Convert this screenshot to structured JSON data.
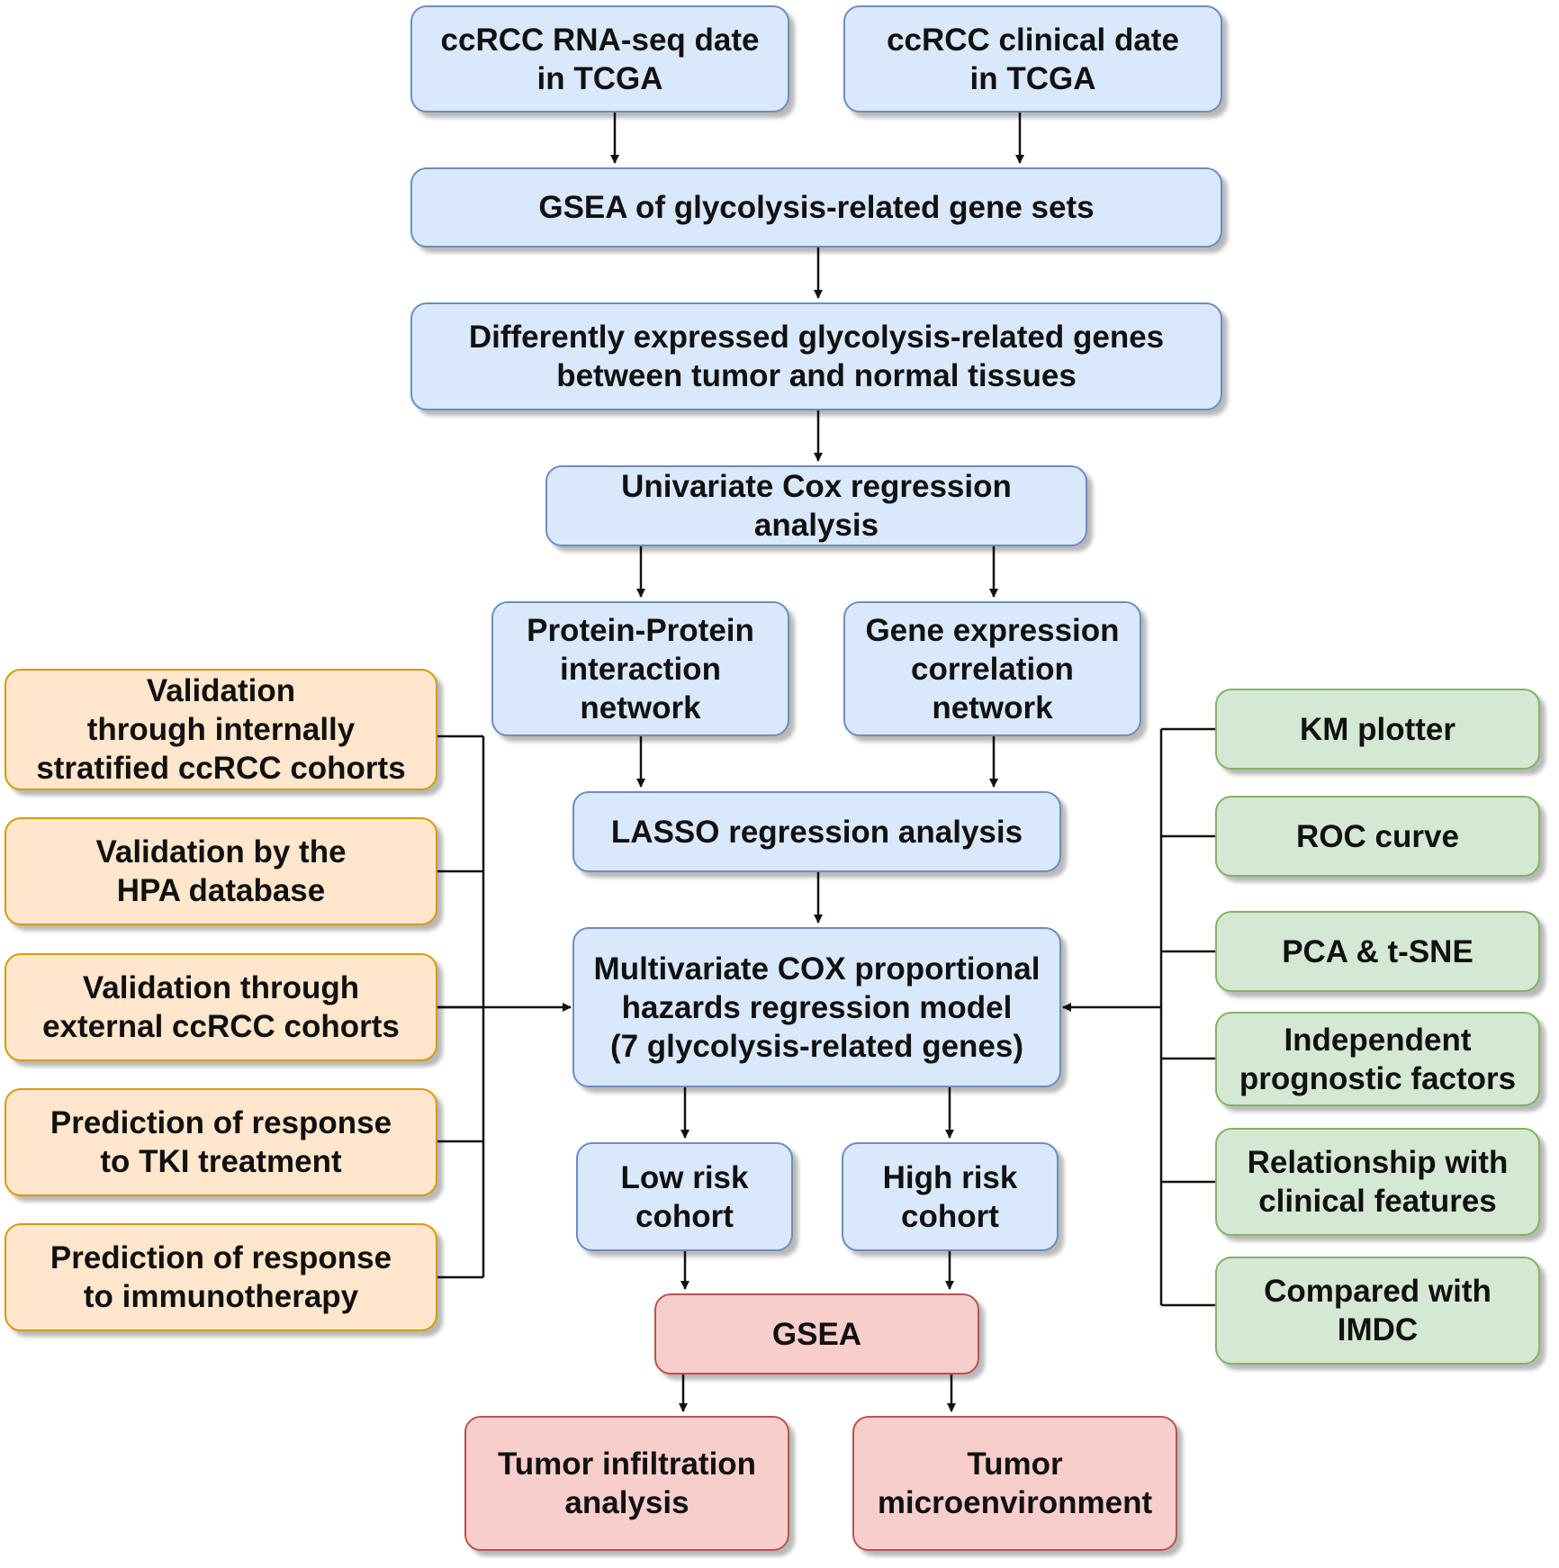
{
  "colors": {
    "blue_fill": "#dae8fc",
    "blue_border": "#6c8ebf",
    "orange_fill": "#ffe6cc",
    "orange_border": "#d79b00",
    "green_fill": "#d5e8d4",
    "green_border": "#82b366",
    "red_fill": "#f8cecc",
    "red_border": "#b85450",
    "connector": "#111111"
  },
  "main": {
    "rnaseq": "ccRCC RNA-seq date\nin TCGA",
    "clinical": "ccRCC clinical date\nin TCGA",
    "gsea_gene_sets": "GSEA of glycolysis-related gene sets",
    "diff_expressed": "Differently expressed glycolysis-related genes\nbetween tumor and normal tissues",
    "univariate_cox": "Univariate Cox regression\nanalysis",
    "ppi_network": "Protein-Protein\ninteraction\nnetwork",
    "gene_corr_network": "Gene expression\ncorrelation\nnetwork",
    "lasso": "LASSO regression analysis",
    "multivariate_cox": "Multivariate COX proportional\nhazards regression model\n(7 glycolysis-related genes)",
    "low_risk": "Low risk\ncohort",
    "high_risk": "High risk\ncohort",
    "gsea": "GSEA",
    "tumor_infiltration": "Tumor infiltration\nanalysis",
    "tumor_microenvironment": "Tumor\nmicroenvironment"
  },
  "validation": [
    "Validation\nthrough internally\nstratified ccRCC cohorts",
    "Validation by the\nHPA database",
    "Validation through\nexternal ccRCC cohorts",
    "Prediction of response\nto TKI treatment",
    "Prediction of response\nto immunotherapy"
  ],
  "evaluation": [
    "KM plotter",
    "ROC curve",
    "PCA  &  t-SNE",
    "Independent\nprognostic factors",
    "Relationship with\nclinical features",
    "Compared with\nIMDC"
  ]
}
